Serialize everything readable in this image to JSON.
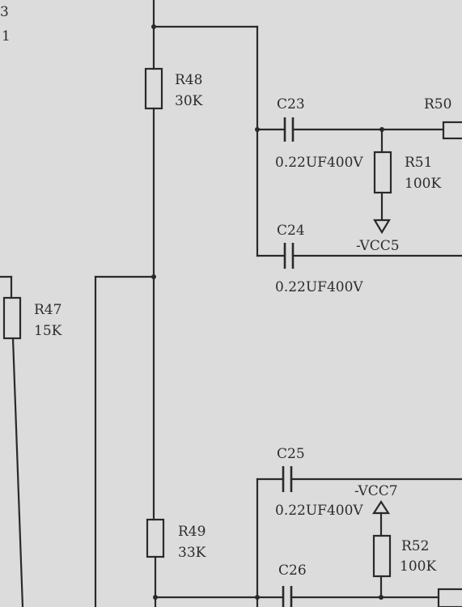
{
  "labels": {
    "edge_top": "3",
    "edge_mid": "1",
    "r48_ref": "R48",
    "r48_val": "30K",
    "r47_ref": "R47",
    "r47_val": "15K",
    "r49_ref": "R49",
    "r49_val": "33K",
    "c23_ref": "C23",
    "c23_val": "0.22UF400V",
    "c24_ref": "C24",
    "c24_val": "0.22UF400V",
    "c25_ref": "C25",
    "c25_val": "0.22UF400V",
    "c26_ref": "C26",
    "r50_ref": "R50",
    "r51_ref": "R51",
    "r51_val": "100K",
    "r52_ref": "R52",
    "r52_val": "100K",
    "vcc5": "-VCC5",
    "vcc7": "-VCC7"
  },
  "colors": {
    "paper": "#dcdcdc",
    "ink": "#2a2a2a"
  }
}
